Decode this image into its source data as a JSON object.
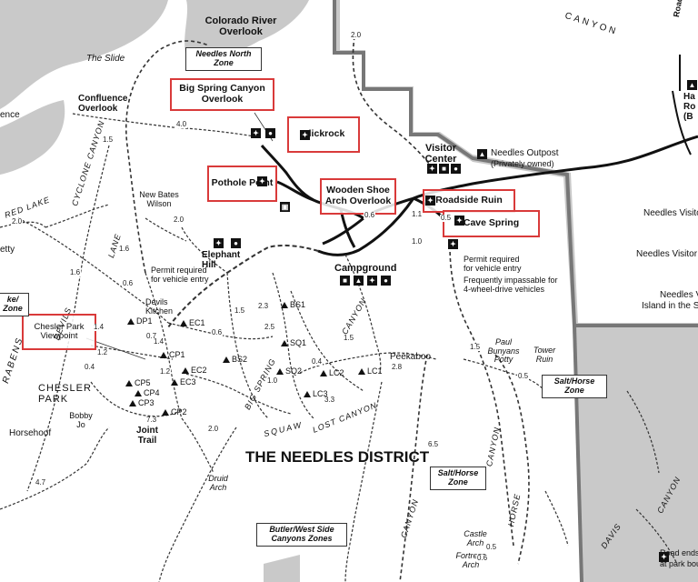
{
  "title": "THE NEEDLES DISTRICT",
  "places": {
    "colorado_river_overlook": "Colorado River Overlook",
    "the_slide": "The Slide",
    "confluence_overlook": "Confluence Overlook",
    "new_bates_wilson": "New Bates Wilson",
    "elephant_hill": "Elephant Hill",
    "devils_kitchen": "Devils Kitchen",
    "chesler_park": "CHESLER PARK",
    "bobby_jo": "Bobby Jo",
    "horsehoof": "Horsehoof",
    "joint_trail": "Joint Trail",
    "druid_arch": "Druid Arch",
    "visitor_center": "Visitor Center",
    "needles_outpost": "Needles Outpost",
    "needles_outpost_note": "(Privately owned)",
    "campground": "Campground",
    "peekaboo": "Peekaboo",
    "paul_bunyans_potty": "Paul Bunyans Potty",
    "tower_ruin": "Tower Ruin",
    "castle_arch": "Castle Arch",
    "fortress_arch": "Fortress Arch",
    "needles_visitor_1": "Needles Visito",
    "needles_visitor_2": "Needles Visitor",
    "needles_island": "Needles V",
    "island_in_the_sky": "Island in the Sk",
    "road_ends": "Road ends",
    "at_park_bou": "at park bou",
    "ha_ro_b": "Ha Ro (B",
    "road": "Road",
    "ence": "ence",
    "etty": "etty"
  },
  "canyons": {
    "canyon_top": "CANYON",
    "cyclone_canyon": "CYCLONE CANYON",
    "red_lake": "RED LAKE",
    "lane": "LANE",
    "devils": "DEVILS",
    "big_spring": "BIG SPRING",
    "squaw": "SQUAW",
    "lost_canyon": "LOST CANYON",
    "canyon_mid": "CANYON",
    "canyon_lower": "CANYON",
    "canyon_horse": "CANYON",
    "horse": "HORSE",
    "davis": "DAVIS",
    "canyon_davis": "CANYON",
    "grabens": "RABENS"
  },
  "zones": {
    "needles_north": "Needles North Zone",
    "salt_horse_1": "Salt/Horse Zone",
    "salt_horse_2": "Salt/Horse Zone",
    "butler": "Butler/West Side Canyons Zones",
    "lake_zone": "ke/ Zone"
  },
  "highlights": {
    "big_spring_overlook": "Big Spring Canyon Overlook",
    "slickrock": "Slickrock",
    "pothole_point": "Pothole Point",
    "wooden_shoe": "Wooden Shoe Arch Overlook",
    "roadside_ruin": "Roadside Ruin",
    "cave_spring": "Cave Spring",
    "chesler_viewpoint": "Chesler Park Viewpoint"
  },
  "notes": {
    "permit_required_1": "Permit required",
    "for_vehicle_entry_1": "for vehicle entry",
    "permit_required_2": "Permit required",
    "for_vehicle_entry_2": "for vehicle entry",
    "impassable_1": "Frequently impassable for",
    "impassable_2": "4-wheel-drive vehicles"
  },
  "camps": {
    "ec1": "EC1",
    "ec2": "EC2",
    "ec3": "EC3",
    "dp1": "DP1",
    "cp1": "CP1",
    "cp2": "CP2",
    "cp3": "CP3",
    "cp4": "CP4",
    "cp5": "CP5",
    "bs1": "BS1",
    "bs2": "BS2",
    "sq1": "SQ1",
    "sq2": "SQ2",
    "lc1": "LC1",
    "lc2": "LC2",
    "lc3": "LC3"
  },
  "distances": {
    "d1": "2.0",
    "d2": "4.0",
    "d3": "1.5",
    "d4": "2.0",
    "d5": "1.6",
    "d6": "1.6",
    "d7": "0.6",
    "d8": "1.4",
    "d9": "0.7",
    "d10": "1.2",
    "d11": "0.6",
    "d12": "2.0",
    "d13": "1.4",
    "d14": "2.0",
    "d15": "0.4",
    "d16": "1.2",
    "d17": "2.3",
    "d18": "1.5",
    "d19": "2.5",
    "d20": "1.0",
    "d21": "1.5",
    "d22": "2.8",
    "d23": "3.3",
    "d24": "0.4",
    "d25": "1.0",
    "d26": "1.5",
    "d27": "0.5",
    "d28": "0.5",
    "d29": "4.7",
    "d30": "7.3",
    "d31": "6.5",
    "d32": "0.6",
    "d33": "0.5",
    "d34": "0.6",
    "d35": "1.1"
  },
  "icons": {
    "hiker": "hiker-icon",
    "camp": "campsite-icon",
    "picnic": "picnic-icon",
    "restroom": "restroom-icon",
    "store": "store-icon"
  },
  "colors": {
    "land": "#ffffff",
    "district": "#c9c9c9",
    "boundary": "#777777",
    "road": "#111111",
    "trail": "#333333",
    "highlight": "#d93a3a"
  }
}
